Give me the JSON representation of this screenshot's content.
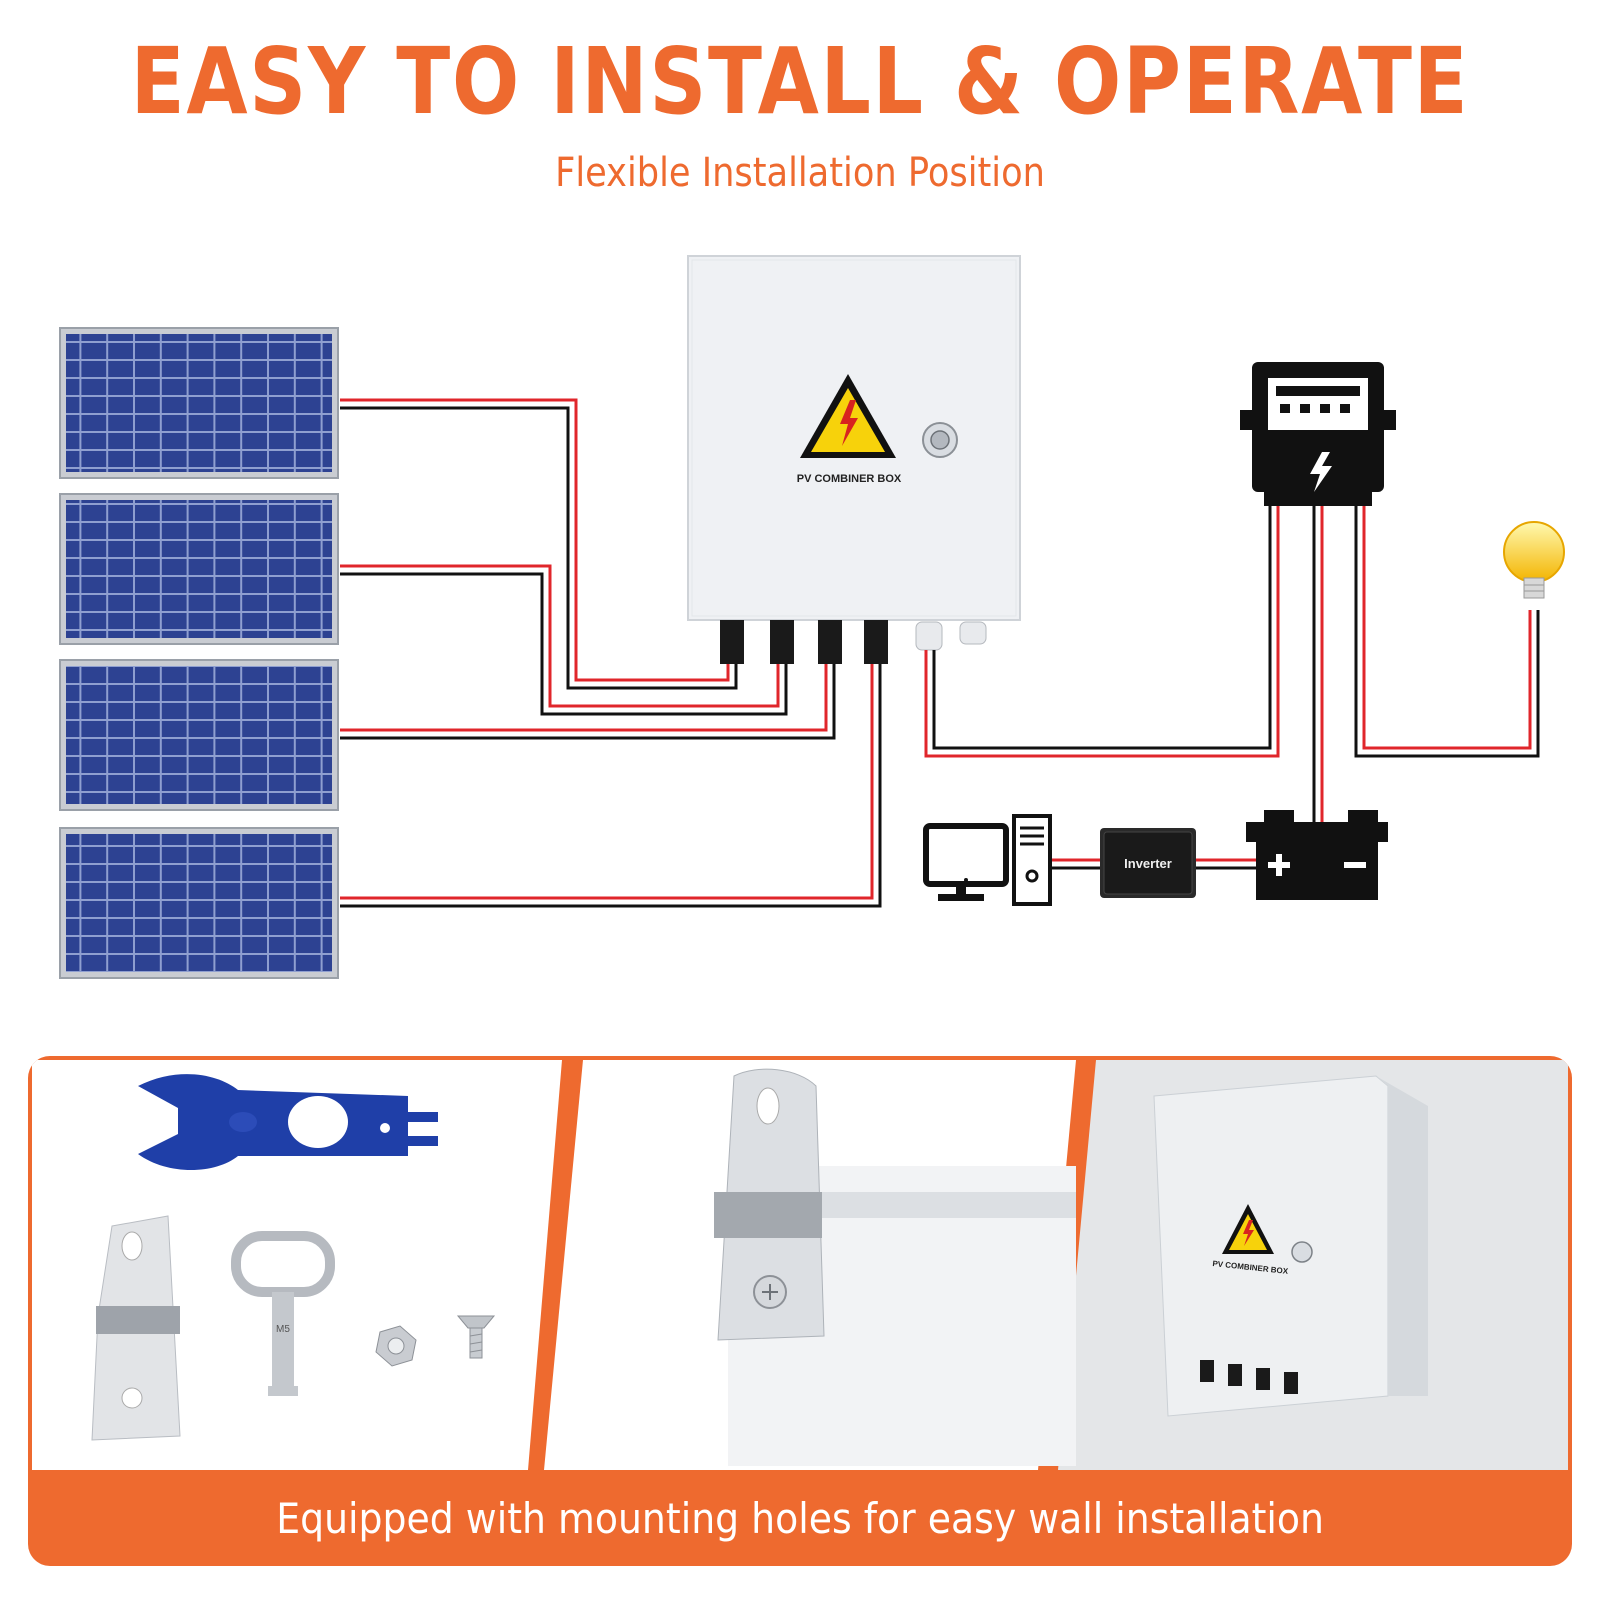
{
  "header": {
    "title": "EASY TO INSTALL & OPERATE",
    "subtitle": "Flexible Installation Position"
  },
  "diagram": {
    "combiner_box_label": "PV COMBINER BOX",
    "inverter_label": "Inverter",
    "components": [
      "solar-panel",
      "solar-panel",
      "solar-panel",
      "solar-panel",
      "pv-combiner-box",
      "electric-meter",
      "light-bulb",
      "computer",
      "inverter",
      "battery"
    ],
    "wire_colors": {
      "positive": "#e0262b",
      "negative": "#111111"
    }
  },
  "accessories": {
    "key_marking": "M5"
  },
  "mounted_box": {
    "label": "PV COMBINER BOX"
  },
  "footer": {
    "caption": "Equipped with mounting holes for easy wall installation"
  },
  "colors": {
    "accent": "#ee6a2f",
    "panel_blue": "#2b3f8c",
    "tool_blue": "#1f3fa8",
    "box_white": "#f2f4f6"
  }
}
